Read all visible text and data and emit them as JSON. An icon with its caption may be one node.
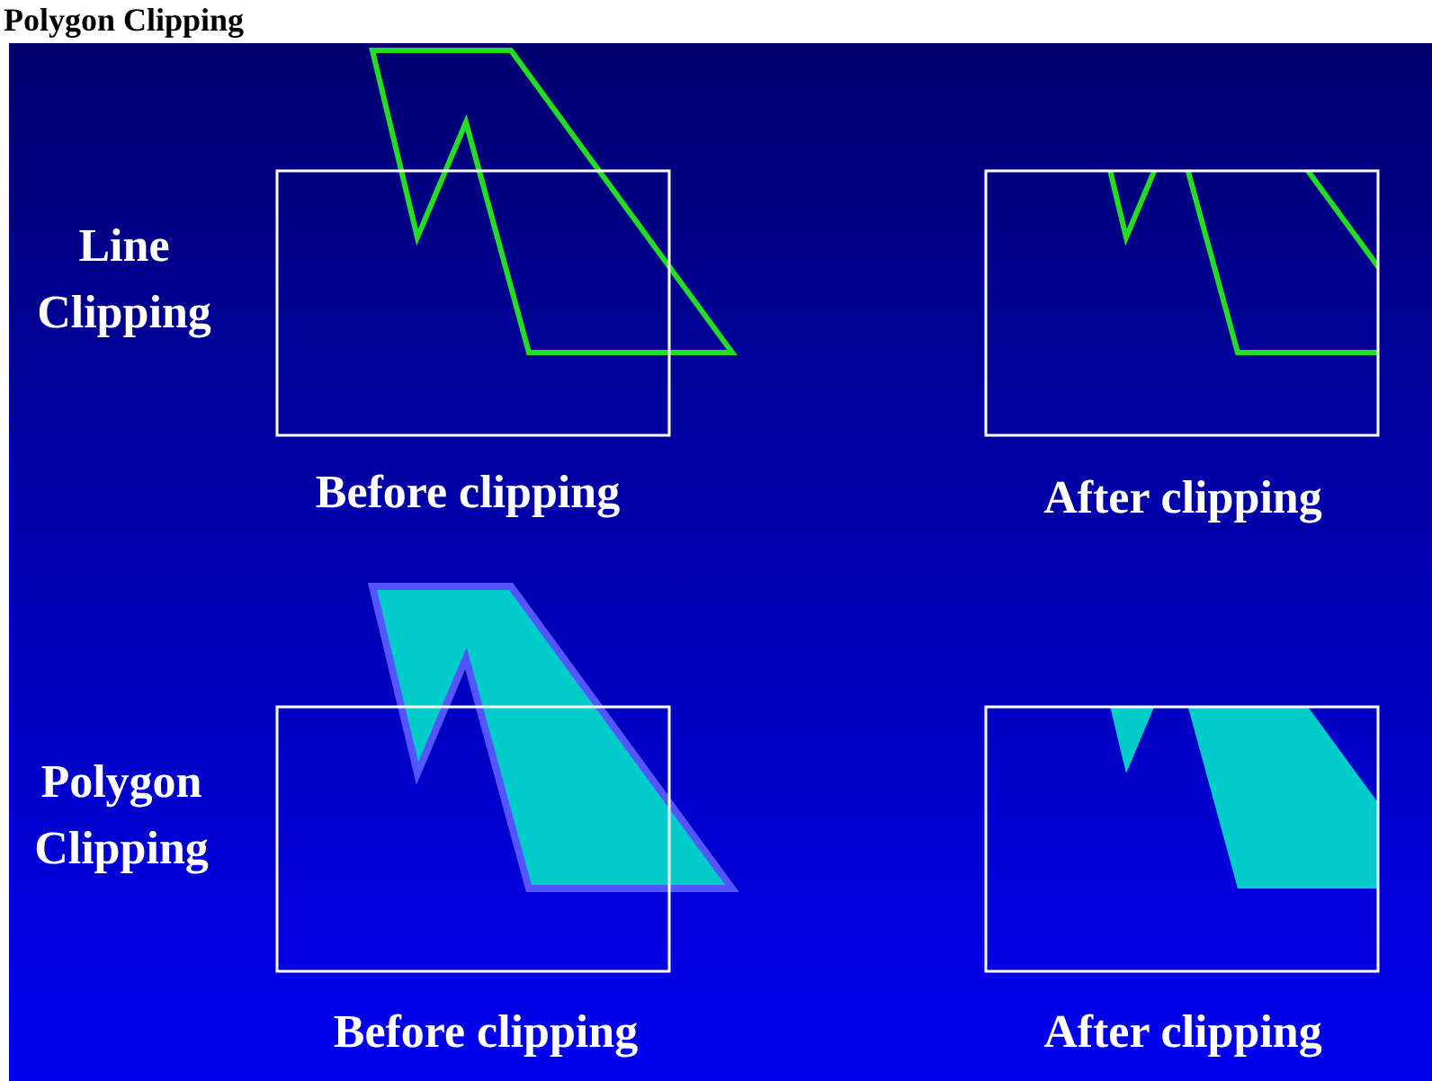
{
  "diagram": {
    "title": "Polygon Clipping",
    "labels": [
      "Line Clipping",
      "Before clipping",
      "After clipping",
      "Polygon Clipping",
      "Before clipping",
      "After clipping"
    ]
  }
}
